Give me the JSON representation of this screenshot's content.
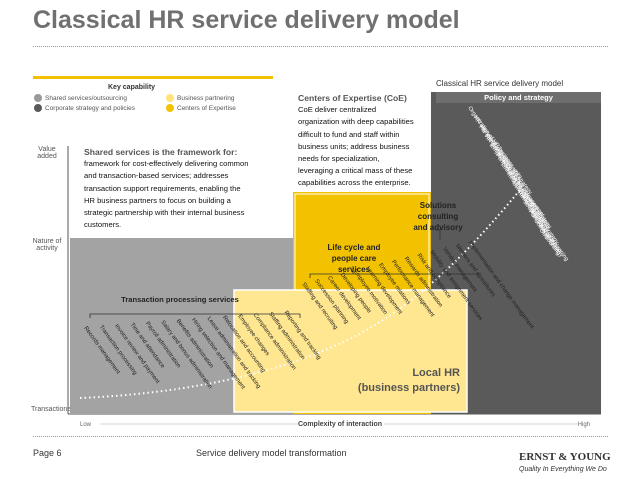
{
  "title": "Classical HR service delivery model",
  "key_capability": {
    "title": "Key capability",
    "items": [
      {
        "label": "Shared services/outsourcing",
        "color": "#999999"
      },
      {
        "label": "Corporate strategy and policies",
        "color": "#5a5a5a"
      },
      {
        "label": "Business partnering",
        "color": "#ffe27a"
      },
      {
        "label": "Centers of Expertise",
        "color": "#f2c200"
      }
    ]
  },
  "model_label": "Classical HR service delivery model",
  "y_axis": {
    "value_line1": "Value",
    "value_line2": "added",
    "nature_line1": "Nature of",
    "nature_line2": "activity",
    "transactional": "Transactional"
  },
  "x_axis": {
    "low": "Low",
    "label": "Complexity of interaction",
    "high": "High"
  },
  "shared_services": {
    "heading": "Shared services is the framework for:",
    "lines": [
      "framework for cost-effectively delivering common",
      "and transaction-based services; addresses",
      "transaction support requirements, enabling the",
      "HR business partners to focus on building a",
      "strategic partnership with their internal business",
      "customers."
    ]
  },
  "coe": {
    "heading": "Centers of Expertise (CoE)",
    "lines": [
      "CoE deliver centralized",
      "organization with deep capabilities",
      "difficult to fund and staff within",
      "business units; address business",
      "needs for specialization,",
      "leveraging a critical mass of these",
      "capabilities across the enterprise."
    ]
  },
  "blocks": {
    "policy": "Policy and strategy",
    "solutions": [
      "Solutions",
      "consulting",
      "and advisory"
    ],
    "lifecycle": [
      "Life cycle and",
      "people care",
      "services"
    ],
    "transaction": "Transaction processing services",
    "local_hr": [
      "Local HR",
      "(business partners)"
    ]
  },
  "transaction_items": [
    "Records management",
    "Transaction processing",
    "Invoice review and payment",
    "Time and attendance",
    "Payroll administration",
    "Salary and bonus administration",
    "Benefits administration",
    "Hiring selection and management",
    "Leave administration and tracking",
    "Relocation and accounting",
    "Employee changes",
    "Compliance administration",
    "Staffing administration",
    "Reporting and tracking"
  ],
  "lifecycle_items": [
    "Staffing and recruiting",
    "Succession planning",
    "Career development",
    "Developing people",
    "Employee motivation",
    "Learning development",
    "Employee relations",
    "Performance management",
    "Rewards administration",
    "Risk and compliance",
    "Mobility and assignment services",
    "Vendor management",
    "Mergers and divestitures",
    "Implementation and change management"
  ],
  "policy_items": [
    "Organization of HR/business units",
    "HR alignment with corporate strategy",
    "HR delivery strategy",
    "HR performance metrics",
    "Employee and talent management",
    "Performance management strategy",
    "Learning management strategy",
    "Research and analytics",
    "Succession planning strategy",
    "Reward strategy",
    "Strategic workforce planning",
    "Policy and analytics",
    "Sourcing strategy",
    "Outsourcing"
  ],
  "footer": {
    "page": "Page 6",
    "center": "Service delivery model transformation",
    "logo_brand": "ERNST & YOUNG",
    "logo_tagline": "Quality In Everything We Do"
  },
  "colors": {
    "dark_gray": "#5a5a5a",
    "mid_gray": "#999999",
    "light_yellow": "#ffe27a",
    "gold": "#f2c200",
    "title_gray": "#707070"
  }
}
